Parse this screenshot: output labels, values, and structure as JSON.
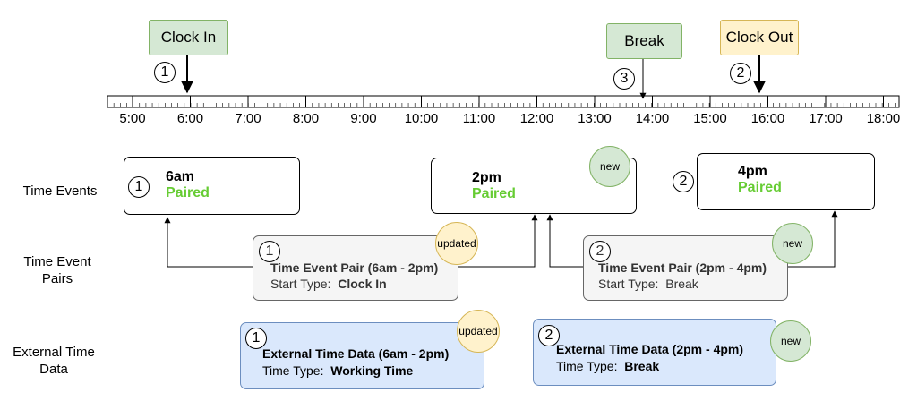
{
  "markers": {
    "clock_in": "Clock In",
    "break": "Break",
    "clock_out": "Clock Out"
  },
  "marker_numbers": [
    "1",
    "3",
    "2"
  ],
  "timeline": {
    "ticks": [
      "5:00",
      "6:00",
      "7:00",
      "8:00",
      "9:00",
      "10:00",
      "11:00",
      "12:00",
      "13:00",
      "14:00",
      "15:00",
      "16:00",
      "17:00",
      "18:00"
    ]
  },
  "row_labels": {
    "time_events": "Time Events",
    "time_event_pairs": "Time Event Pairs",
    "external_time_data": "External Time Data"
  },
  "time_events": [
    {
      "num": "1",
      "time": "6am",
      "status": "Paired",
      "badge": ""
    },
    {
      "num": "",
      "time": "2pm",
      "status": "Paired",
      "badge": "new"
    },
    {
      "num": "2",
      "time": "4pm",
      "status": "Paired",
      "badge": ""
    }
  ],
  "pairs": [
    {
      "num": "1",
      "title": "Time Event Pair (6am - 2pm)",
      "sub_label": "Start Type:",
      "sub_value": "Clock In",
      "badge": "updated"
    },
    {
      "num": "2",
      "title": "Time Event Pair (2pm - 4pm)",
      "sub_label": "Start Type:",
      "sub_value": "Break",
      "badge": "new"
    }
  ],
  "external": [
    {
      "num": "1",
      "title": "External Time Data (6am - 2pm)",
      "sub_label": "Time Type:",
      "sub_value": "Working Time",
      "badge": "updated"
    },
    {
      "num": "2",
      "title": "External Time Data (2pm - 4pm)",
      "sub_label": "Time Type:",
      "sub_value": "Break",
      "badge": "new"
    }
  ],
  "colors": {
    "green_fill": "#d5e8d4",
    "orange_fill": "#fff2cc",
    "blue_fill": "#dae8fc",
    "gray_fill": "#f5f5f5",
    "paired_text": "#66cc33"
  }
}
